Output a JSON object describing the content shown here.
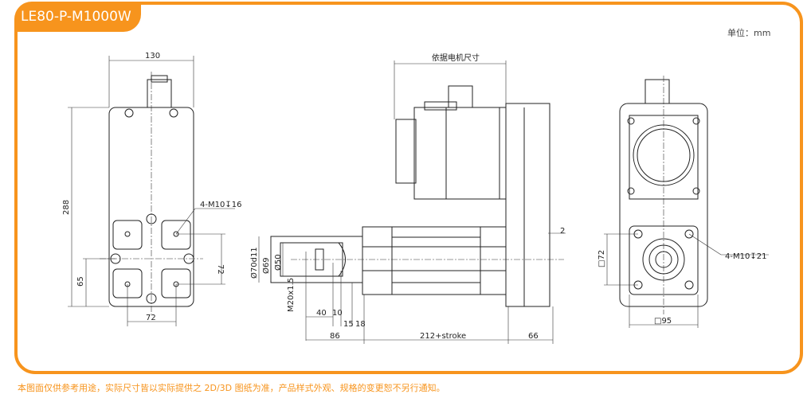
{
  "title": "LE80-P-M1000W",
  "unit_label": "单位：mm",
  "footnote": "本图面仅供参考用途，实际尺寸皆以实际提供之 2D/3D 图纸为准，产品样式外观、规格的变更恕不另行通知。",
  "front_view": {
    "width": "130",
    "height": "288",
    "offset_65": "65",
    "spacing_v": "72",
    "spacing_h": "72",
    "holes": "4-M10↧16"
  },
  "side_view": {
    "motor_note": "依据电机尺寸",
    "gap": "2",
    "d70": "Ø70d11",
    "d69": "Ø69",
    "d50": "Ø50",
    "thread": "M20x1.5",
    "d40": "40",
    "d10": "10",
    "d15": "15",
    "d18": "18",
    "d86": "86",
    "stroke": "212+stroke",
    "d66": "66"
  },
  "end_view": {
    "square72": "□72",
    "square95": "□95",
    "holes": "4-M10↧21"
  },
  "colors": {
    "accent": "#f7941d"
  }
}
